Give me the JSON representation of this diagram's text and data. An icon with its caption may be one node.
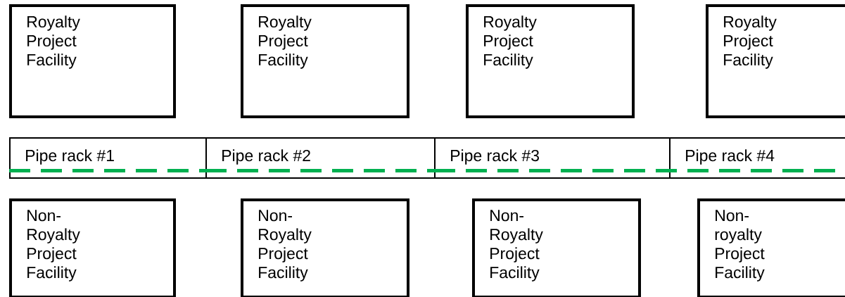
{
  "diagram": {
    "nodes": [
      {
        "text": [
          "Royalty Project Facility"
        ]
      },
      {
        "text": [
          "Royalty Project Facility"
        ]
      },
      {
        "text": [
          "Royalty Project Facility"
        ]
      },
      {
        "text": [
          "Royalty Project Facility"
        ]
      },
      {
        "text": [
          "Pipe rack #1"
        ]
      },
      {
        "text": [
          "Pipe rack #2"
        ]
      },
      {
        "text": [
          "Pipe rack #3"
        ]
      },
      {
        "text": [
          "Pipe rack #4"
        ]
      },
      {
        "text": [
          "Non-Royalty Project Facility"
        ]
      },
      {
        "text": [
          "Non-Royalty Project Facility"
        ]
      },
      {
        "text": [
          "Non-Royalty Project Facility"
        ]
      },
      {
        "text": [
          "Non-royalty Project Facility"
        ]
      }
    ],
    "edges": [
      {
        "from": 4,
        "to": 5,
        "arrow": "none",
        "style": "dashed",
        "color": "#00b050"
      },
      {
        "from": 5,
        "to": 6,
        "arrow": "none",
        "style": "dashed",
        "color": "#00b050"
      },
      {
        "from": 6,
        "to": 7,
        "arrow": "none",
        "style": "dashed",
        "color": "#00b050"
      }
    ]
  }
}
